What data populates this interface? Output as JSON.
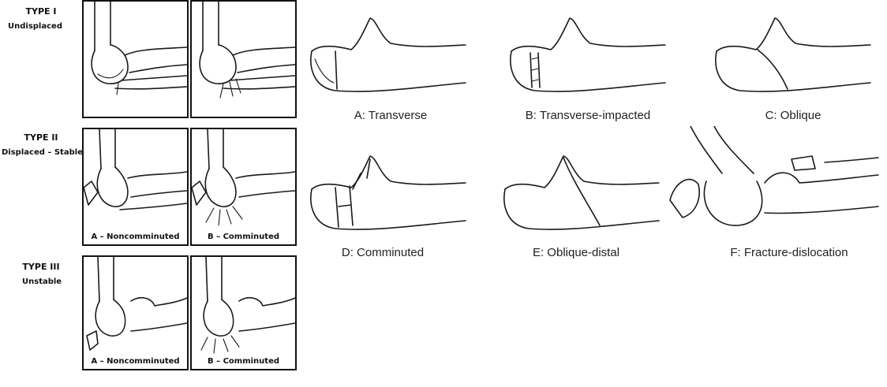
{
  "left_classification": {
    "types": [
      {
        "title": "TYPE I",
        "subtitle": "Undisplaced",
        "panels": []
      },
      {
        "title": "TYPE II",
        "subtitle": "Displaced – Stable",
        "panels": [
          {
            "label": "A – Noncomminuted"
          },
          {
            "label": "B – Comminuted"
          }
        ]
      },
      {
        "title": "TYPE III",
        "subtitle": "Unstable",
        "panels": [
          {
            "label": "A – Noncomminuted"
          },
          {
            "label": "B – Comminuted"
          }
        ]
      }
    ]
  },
  "fracture_patterns": [
    {
      "caption": "A: Transverse"
    },
    {
      "caption": "B: Transverse-impacted"
    },
    {
      "caption": "C: Oblique"
    },
    {
      "caption": "D: Comminuted"
    },
    {
      "caption": "E: Oblique-distal"
    },
    {
      "caption": "F: Fracture-dislocation"
    }
  ]
}
